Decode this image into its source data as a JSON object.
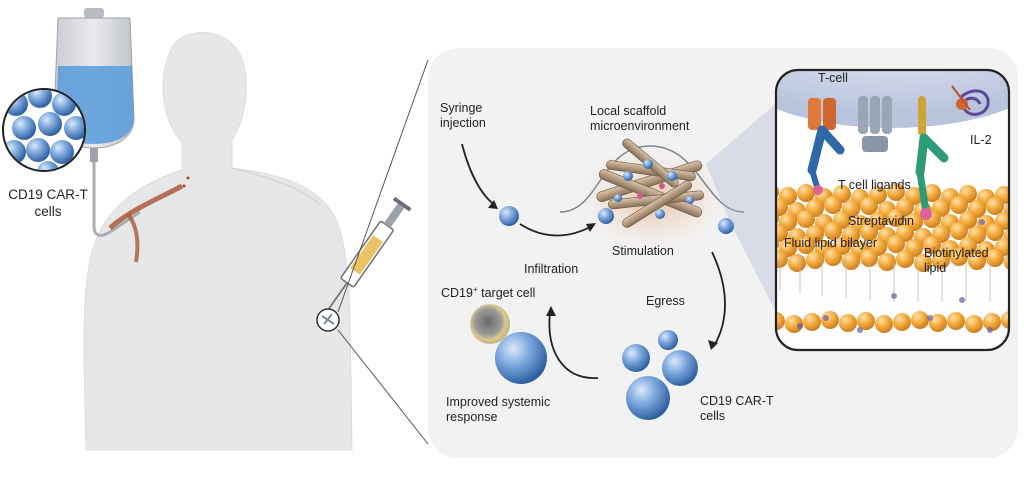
{
  "labels": {
    "car_t_bag": [
      "CD19 CAR-T",
      "cells"
    ],
    "syringe_injection": [
      "Syringe",
      "injection"
    ],
    "local_scaffold": [
      "Local scaffold",
      "microenvironment"
    ],
    "stimulation": "Stimulation",
    "infiltration": "Infiltration",
    "cd19_target_prefix": "CD19",
    "cd19_target_sup": "+",
    "cd19_target_suffix": " target cell",
    "egress": "Egress",
    "improved_response": [
      "Improved systemic",
      "response"
    ],
    "car_t_output": [
      "CD19 CAR-T",
      "cells"
    ],
    "t_cell": "T-cell",
    "il2": "IL-2",
    "t_cell_ligands": "T cell ligands",
    "streptavidin": "Streptavidin",
    "fluid_lipid_bilayer": "Fluid lipid bilayer",
    "biotinylated_lipid": [
      "Biotinylated",
      "lipid"
    ]
  },
  "colors": {
    "cell_blue": "#5b8fd0",
    "lipid_orange": "#f0a93a",
    "scaffold_tan": "#b59a7f",
    "ligand_blue": "#2f68a8",
    "ligand_green": "#2e9a7a",
    "receptor_orange": "#e07a3a",
    "receptor_grey": "#9aa6b6",
    "biotin_pink": "#e0609a",
    "silhouette": "#e6e6e6",
    "panel_bg": "#f2f2f3"
  }
}
